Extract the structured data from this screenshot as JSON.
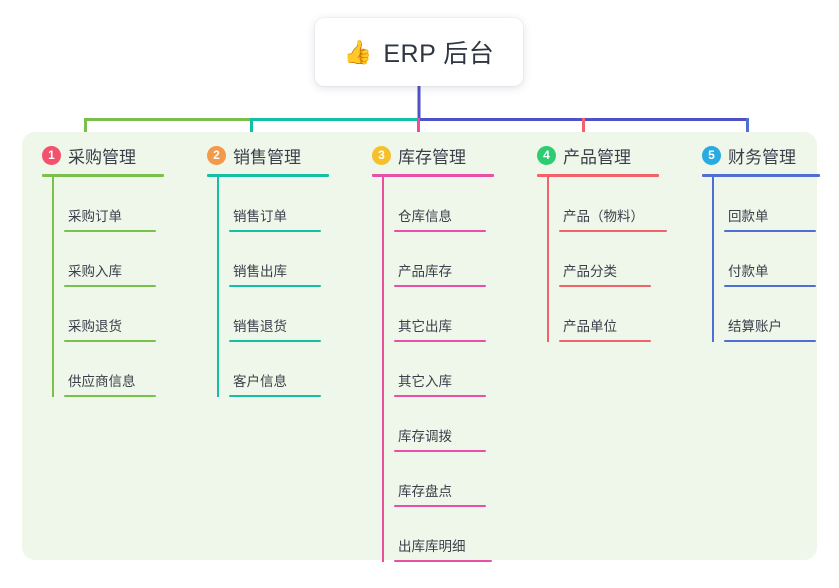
{
  "root": {
    "icon": "thumbs-up-icon",
    "emoji": "👍",
    "title": "ERP 后台"
  },
  "colors": {
    "panel_bg": "#eef7e9",
    "page_bg": "#ffffff",
    "root_stem": "#4f52c4",
    "bus_segment_1": "#7ac04c",
    "bus_segment_2": "#15bfa5",
    "bus_segment_3": "#4f52c4",
    "text": "#3a3f4a"
  },
  "columns": [
    {
      "index": "1",
      "badge_label": "1",
      "badge_color": "#f4516c",
      "accent": "#7ac04c",
      "title": "采购管理",
      "stem_color": "#7ac04c",
      "items": [
        {
          "label": "采购订单"
        },
        {
          "label": "采购入库"
        },
        {
          "label": "采购退货"
        },
        {
          "label": "供应商信息"
        }
      ]
    },
    {
      "index": "2",
      "badge_label": "2",
      "badge_color": "#f2994a",
      "accent": "#15bfa5",
      "title": "销售管理",
      "stem_color": "#15bfa5",
      "items": [
        {
          "label": "销售订单"
        },
        {
          "label": "销售出库"
        },
        {
          "label": "销售退货"
        },
        {
          "label": "客户信息"
        }
      ]
    },
    {
      "index": "3",
      "badge_label": "3",
      "badge_color": "#f5c02b",
      "accent": "#e84fa8",
      "title": "库存管理",
      "stem_color": "#ec4e9c",
      "items": [
        {
          "label": "仓库信息"
        },
        {
          "label": "产品库存"
        },
        {
          "label": "其它出库"
        },
        {
          "label": "其它入库"
        },
        {
          "label": "库存调拨"
        },
        {
          "label": "库存盘点"
        },
        {
          "label": "出库库明细"
        }
      ]
    },
    {
      "index": "4",
      "badge_label": "4",
      "badge_color": "#2ecc71",
      "accent": "#f4616a",
      "title": "产品管理",
      "stem_color": "#f4616a",
      "items": [
        {
          "label": "产品（物料）"
        },
        {
          "label": "产品分类"
        },
        {
          "label": "产品单位"
        }
      ]
    },
    {
      "index": "5",
      "badge_label": "5",
      "badge_color": "#29abe2",
      "accent": "#4f6fd4",
      "title": "财务管理",
      "stem_color": "#4f6fd4",
      "items": [
        {
          "label": "回款单"
        },
        {
          "label": "付款单"
        },
        {
          "label": "结算账户"
        }
      ]
    }
  ]
}
